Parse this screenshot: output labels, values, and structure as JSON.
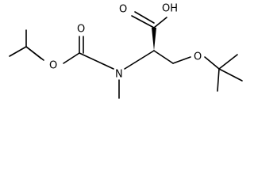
{
  "molecule": {
    "atoms": {
      "hydroxyl": "OH",
      "carbonyl_o_acid": "O",
      "carbonyl_o_boc": "O",
      "ester_o_boc": "O",
      "amine_n": "N",
      "ether_o": "O"
    },
    "colors": {
      "ink": "#000000",
      "background": "#ffffff"
    }
  }
}
